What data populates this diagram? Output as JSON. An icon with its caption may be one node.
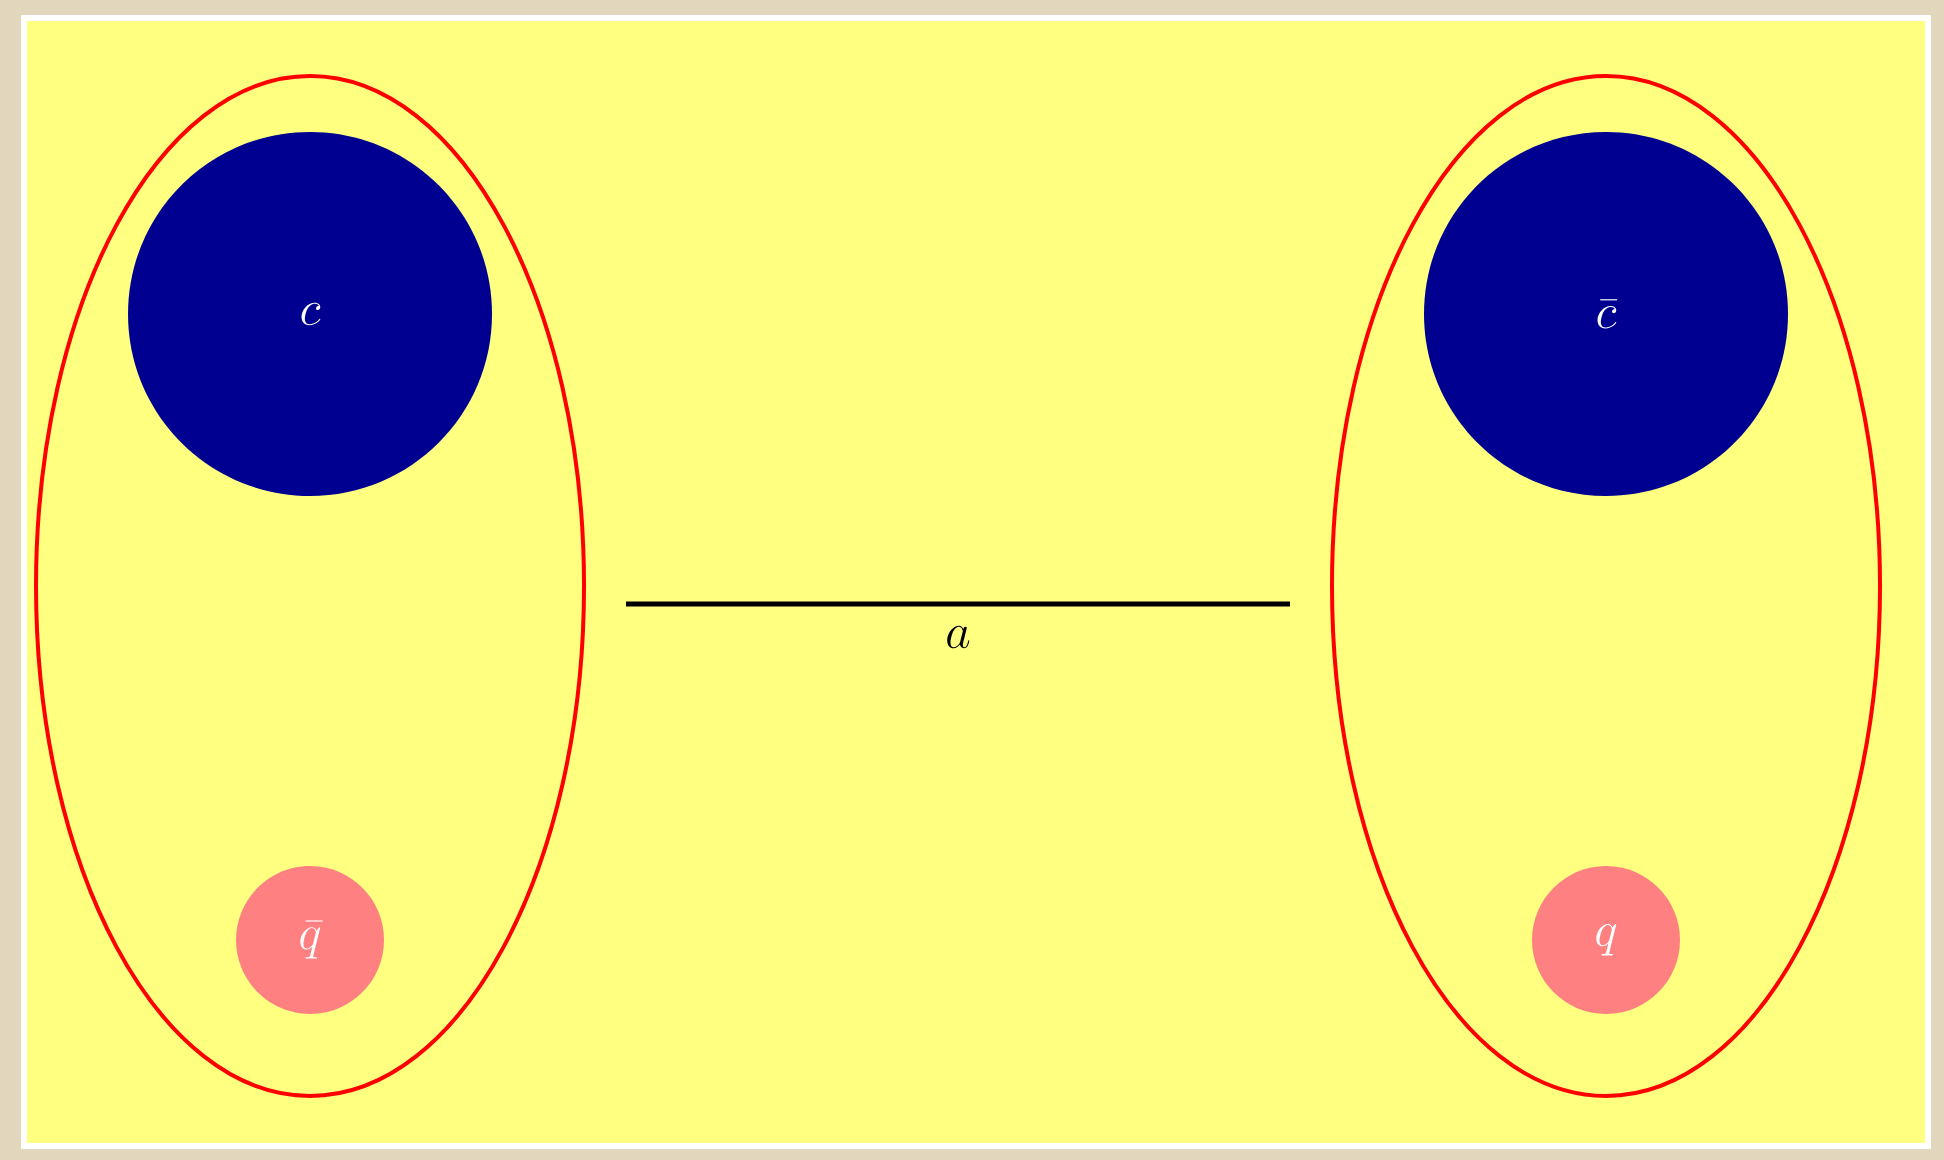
{
  "diagram": {
    "nodes": [
      {
        "text": [],
        "shape": "ellipse"
      },
      {
        "text": [
          "c"
        ],
        "in": 0
      },
      {
        "text": [
          "\\bar{q}"
        ],
        "in": 0
      },
      {
        "text": [],
        "shape": "ellipse"
      },
      {
        "text": [
          "\\bar{c}"
        ],
        "in": 3
      },
      {
        "text": [
          "q"
        ],
        "in": 3
      }
    ],
    "edges": [
      {
        "from": 0,
        "to": 3,
        "arrow": "none",
        "label": "a"
      }
    ]
  }
}
